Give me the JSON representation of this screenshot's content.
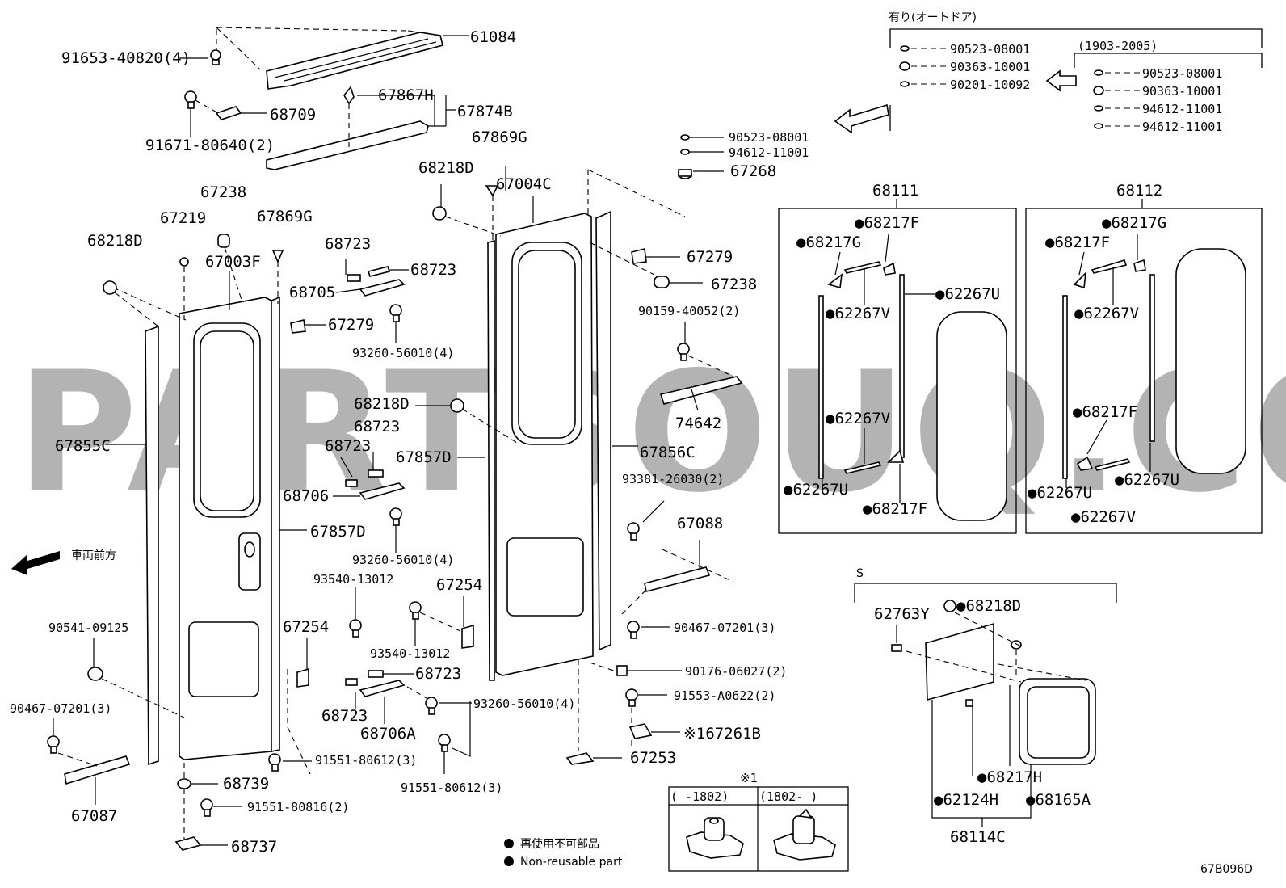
{
  "diagram": {
    "watermark": "PARTSOUQ.COM",
    "drawing_code": "67B096D",
    "direction_label": "車両前方",
    "legend": {
      "jp": "再使用不可部品",
      "en": "Non-reusable part"
    },
    "note_box": {
      "marker": "※1",
      "left_header": "(      -1802)",
      "right_header": "(1802-       )"
    },
    "auto_door_box": {
      "title": "有り(オートドア)",
      "sub_range": "(1903-2005)",
      "items": [
        "90523-08001",
        "90363-10001",
        "90201-10092"
      ],
      "sub_items": [
        "90523-08001",
        "90363-10001",
        "94612-11001",
        "94612-11001"
      ]
    },
    "window_sets": {
      "left_title": "68111",
      "right_title": "68112",
      "left_labels": [
        "●68217F",
        "●68217G",
        "●62267V",
        "●62267U",
        "●62267V",
        "●62267U",
        "●68217F"
      ],
      "right_labels": [
        "●68217G",
        "●68217F",
        "●62267V",
        "●68217F",
        "●62267U",
        "●62267U",
        "●62267V"
      ]
    },
    "s_box": {
      "tag": "S",
      "labels": [
        "62763Y",
        "●68218D",
        "●68217H",
        "●62124H",
        "●68165A",
        "68114C"
      ]
    },
    "labels": [
      "91653-40820(4)",
      "61084",
      "68709",
      "67867H",
      "67874B",
      "91671-80640(2)",
      "67869G",
      "68218D",
      "67004C",
      "90523-08001",
      "94612-11001",
      "67268",
      "67238",
      "67219",
      "67869G",
      "68218D",
      "67003F",
      "68723",
      "68723",
      "68705",
      "67279",
      "93260-56010(4)",
      "67279",
      "67238",
      "90159-40052(2)",
      "74642",
      "68218D",
      "68723",
      "68723",
      "67857D",
      "67855C",
      "67856C",
      "68706",
      "93381-26030(2)",
      "67857D",
      "93260-56010(4)",
      "67088",
      "93540-13012",
      "67254",
      "67254",
      "93540-13012",
      "90467-07201(3)",
      "90541-09125",
      "68723",
      "90176-06027(2)",
      "90467-07201(3)",
      "68723",
      "68706A",
      "93260-56010(4)",
      "91553-A0622(2)",
      "※167261B",
      "91551-80612(3)",
      "91551-80612(3)",
      "67253",
      "68739",
      "91551-80816(2)",
      "67087",
      "68737"
    ]
  }
}
